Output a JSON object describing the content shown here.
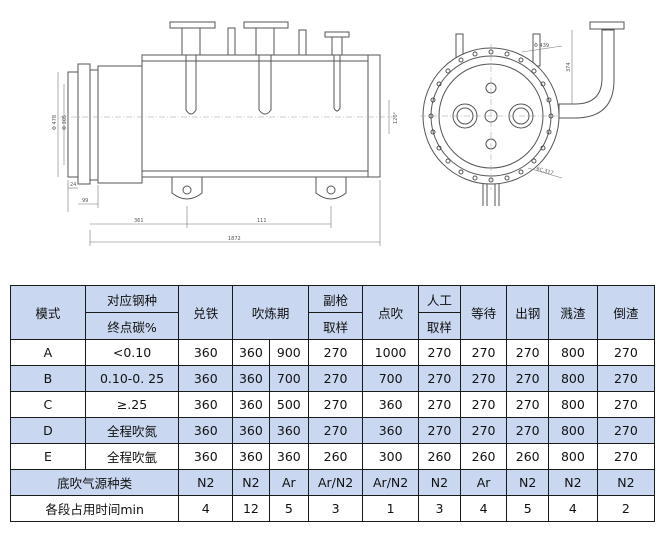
{
  "drawing": {
    "dims": {
      "len_total": "1872",
      "len_a": "361",
      "len_b": "111",
      "flange_1": "24",
      "flange_2": "99",
      "dia_left_1": "Φ 478",
      "dia_left_2": "Φ 305",
      "dia_right": "Φ 439",
      "height_r": "374",
      "side_r": "120°",
      "angle": "6C.317"
    }
  },
  "table": {
    "header": {
      "mode": "模式",
      "steel_1": "对应钢种",
      "steel_2": "终点碳%",
      "c1": "兑铁",
      "c2": "吹炼期",
      "c4_1": "副枪",
      "c4_2": "取样",
      "c5": "点吹",
      "c6_1": "人工",
      "c6_2": "取样",
      "c7": "等待",
      "c8": "出钢",
      "c9": "溅渣",
      "c10": "倒渣"
    },
    "rows": [
      {
        "mode": "A",
        "steel": "<0.10",
        "v": [
          "360",
          "360",
          "900",
          "270",
          "1000",
          "270",
          "270",
          "270",
          "800",
          "270"
        ]
      },
      {
        "mode": "B",
        "steel": "0.10-0. 25",
        "v": [
          "360",
          "360",
          "700",
          "270",
          "700",
          "270",
          "270",
          "270",
          "800",
          "270"
        ]
      },
      {
        "mode": "C",
        "steel": "≥.25",
        "v": [
          "360",
          "360",
          "500",
          "270",
          "360",
          "270",
          "270",
          "270",
          "800",
          "270"
        ]
      },
      {
        "mode": "D",
        "steel": "全程吹氮",
        "v": [
          "360",
          "360",
          "360",
          "270",
          "360",
          "270",
          "270",
          "270",
          "800",
          "270"
        ]
      },
      {
        "mode": "E",
        "steel": "全程吹氩",
        "v": [
          "360",
          "360",
          "360",
          "260",
          "300",
          "260",
          "260",
          "260",
          "800",
          "270"
        ]
      }
    ],
    "gas_row": {
      "label": "底吹气源种类",
      "v": [
        "N2",
        "N2",
        "Ar",
        "Ar/N2",
        "Ar/N2",
        "N2",
        "Ar",
        "N2",
        "N2",
        "N2"
      ]
    },
    "time_row": {
      "label": "各段占用时间min",
      "v": [
        "4",
        "12",
        "5",
        "3",
        "1",
        "3",
        "4",
        "5",
        "4",
        "2"
      ]
    }
  }
}
